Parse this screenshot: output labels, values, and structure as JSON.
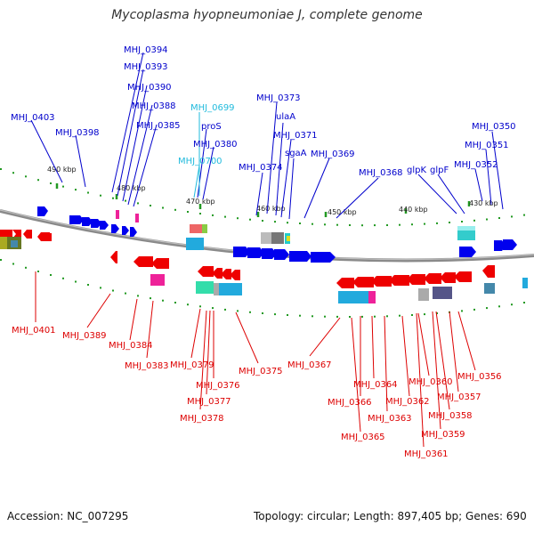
{
  "title": "Mycoplasma hyopneumoniae J, complete genome",
  "footer": {
    "accession": "Accession: NC_007295",
    "summary": "Topology: circular; Length: 897,405 bp; Genes: 690"
  },
  "colors": {
    "plus_strand_label": "#0000cc",
    "plus_strand_light_label": "#22bbdd",
    "minus_strand_label": "#dd0000",
    "backbone": "#888888",
    "tick": "#229922"
  },
  "ticks": [
    "490 kbp",
    "480 kbp",
    "470 kbp",
    "460 kbp",
    "450 kbp",
    "440 kbp",
    "430 kbp"
  ],
  "genes_top": [
    "MHJ_0394",
    "MHJ_0393",
    "MHJ_0390",
    "MHJ_0388",
    "MHJ_0385",
    "MHJ_0403",
    "MHJ_0398",
    "MHJ_0699",
    "proS",
    "MHJ_0380",
    "MHJ_0700",
    "MHJ_0373",
    "ulaA",
    "MHJ_0371",
    "sgaA",
    "MHJ_0374",
    "MHJ_0369",
    "MHJ_0368",
    "glpK",
    "glpF",
    "MHJ_0350",
    "MHJ_0351",
    "MHJ_0352"
  ],
  "genes_bottom": [
    "MHJ_0401",
    "MHJ_0389",
    "MHJ_0384",
    "MHJ_0383",
    "MHJ_0379",
    "MHJ_0376",
    "MHJ_0377",
    "MHJ_0378",
    "MHJ_0375",
    "MHJ_0367",
    "MHJ_0366",
    "MHJ_0364",
    "MHJ_0365",
    "MHJ_0363",
    "MHJ_0362",
    "MHJ_0360",
    "MHJ_0361",
    "MHJ_0359",
    "MHJ_0358",
    "MHJ_0357",
    "MHJ_0356"
  ]
}
